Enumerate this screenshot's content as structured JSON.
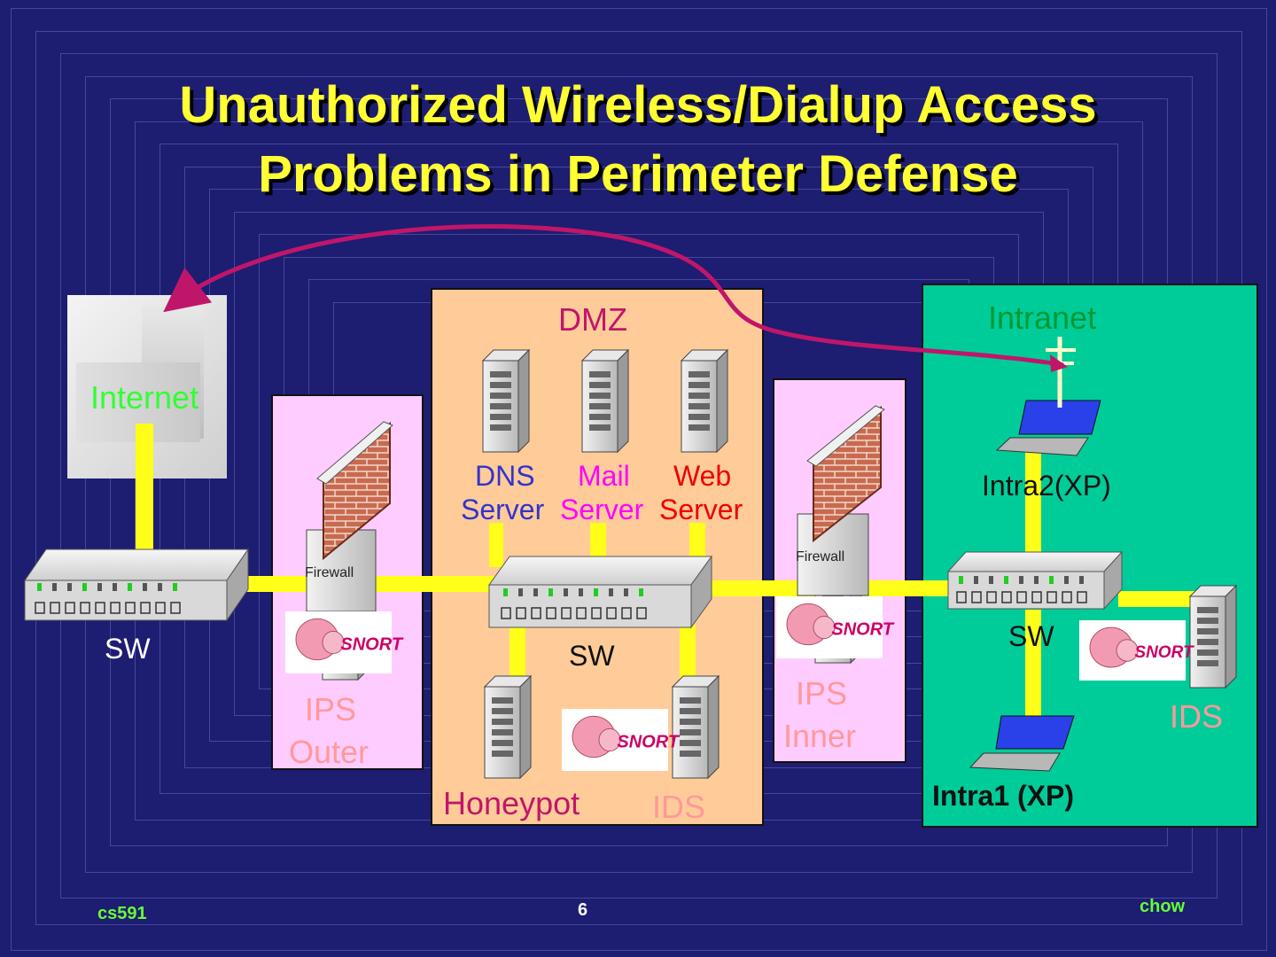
{
  "slide": {
    "title_line1": "Unauthorized Wireless/Dialup Access",
    "title_line2": "Problems in Perimeter Defense"
  },
  "labels": {
    "internet": "Internet",
    "dmz": "DMZ",
    "intranet": "Intranet",
    "sw_outer": "SW",
    "sw_dmz": "SW",
    "sw_intranet": "SW",
    "firewall_outer": "Firewall",
    "firewall_inner": "Firewall",
    "ips_outer_1": "IPS",
    "ips_outer_2": "Outer",
    "ips_inner_1": "IPS",
    "ips_inner_2": "Inner",
    "dns_1": "DNS",
    "dns_2": "Server",
    "mail_1": "Mail",
    "mail_2": "Server",
    "web_1": "Web",
    "web_2": "Server",
    "honeypot": "Honeypot",
    "ids_dmz": "IDS",
    "ids_intranet": "IDS",
    "intra2": "Intra2(XP)",
    "intra1": "Intra1 (XP)",
    "snort": "SNORT"
  },
  "footer": {
    "course": "cs591",
    "page": "6",
    "author": "chow"
  },
  "colors": {
    "background": "#1d1d72",
    "title": "#ffff33",
    "dmz_zone": "#ffcc99",
    "ips_zone": "#ffccff",
    "intranet_zone": "#00cc99",
    "wire": "#ffff1a",
    "arrow": "#c0166a"
  }
}
